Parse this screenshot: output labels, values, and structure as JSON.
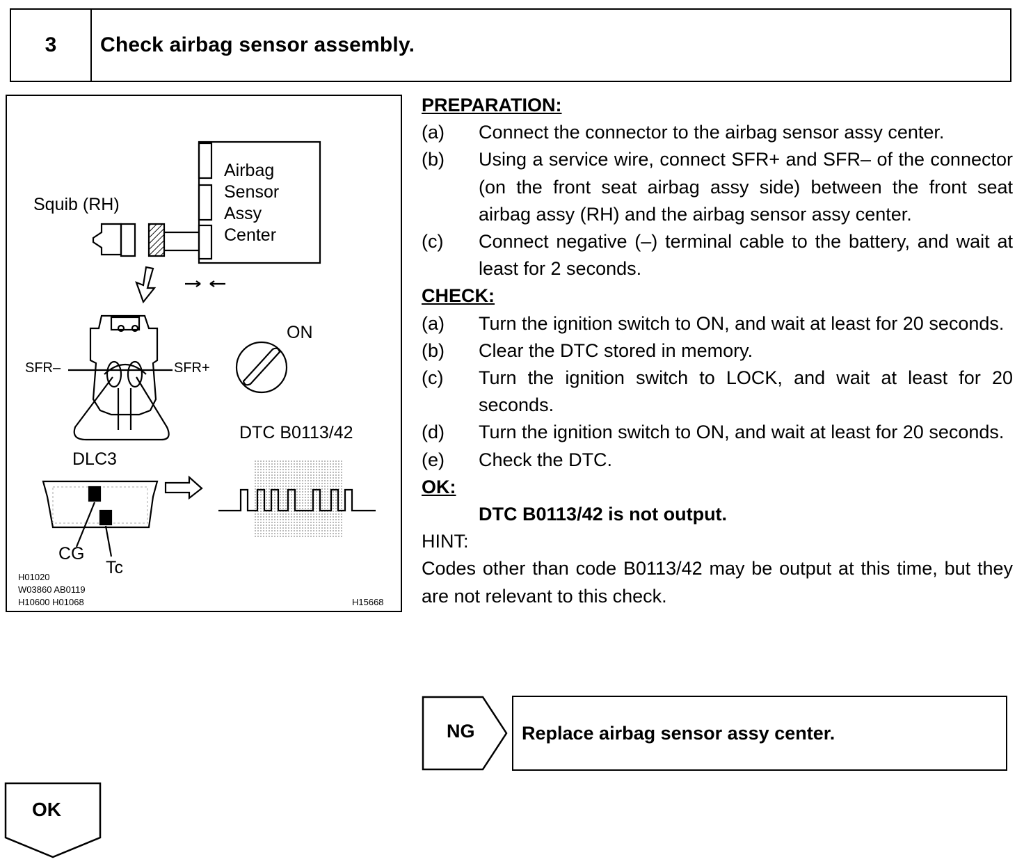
{
  "step": {
    "number": "3",
    "title": "Check airbag sensor assembly."
  },
  "figure": {
    "squib_label": "Squib (RH)",
    "sensor_label_lines": [
      "Airbag",
      "Sensor",
      "Assy",
      "Center"
    ],
    "on_label": "ON",
    "sfr_minus_label": "SFR–",
    "sfr_plus_label": "SFR+",
    "dlc_label": "DLC3",
    "dtc_label": "DTC B0113/42",
    "cg_label": "CG",
    "tc_label": "Tc",
    "ref_codes": [
      "H01020",
      "W03860  AB0119",
      "H10600  H01068"
    ],
    "figure_id": "H15668"
  },
  "preparation": {
    "heading": "PREPARATION:",
    "steps": [
      {
        "letter": "(a)",
        "text": "Connect the connector to the airbag sensor assy center."
      },
      {
        "letter": "(b)",
        "text": "Using a service wire, connect SFR+ and SFR– of the connector (on the front seat airbag assy side) between the front seat airbag assy (RH) and the airbag sensor assy center."
      },
      {
        "letter": "(c)",
        "text": "Connect negative (–) terminal cable to the battery, and wait at least for 2 seconds."
      }
    ]
  },
  "check": {
    "heading": "CHECK:",
    "steps": [
      {
        "letter": "(a)",
        "text": "Turn the ignition switch to ON, and wait at least for 20 seconds."
      },
      {
        "letter": "(b)",
        "text": "Clear the DTC stored in memory."
      },
      {
        "letter": "(c)",
        "text": "Turn the ignition switch to LOCK, and wait at least for 20 seconds."
      },
      {
        "letter": "(d)",
        "text": "Turn the ignition switch to ON, and wait at least for 20 seconds."
      },
      {
        "letter": "(e)",
        "text": "Check the DTC."
      }
    ]
  },
  "ok_section": {
    "heading": "OK:",
    "result": "DTC B0113/42 is not output."
  },
  "hint": {
    "heading": "HINT:",
    "text": "Codes other than code B0113/42 may be output at this time, but they are not relevant to this check."
  },
  "ng_result": {
    "label": "NG",
    "action": "Replace airbag sensor assy center."
  },
  "ok_result": {
    "label": "OK"
  }
}
